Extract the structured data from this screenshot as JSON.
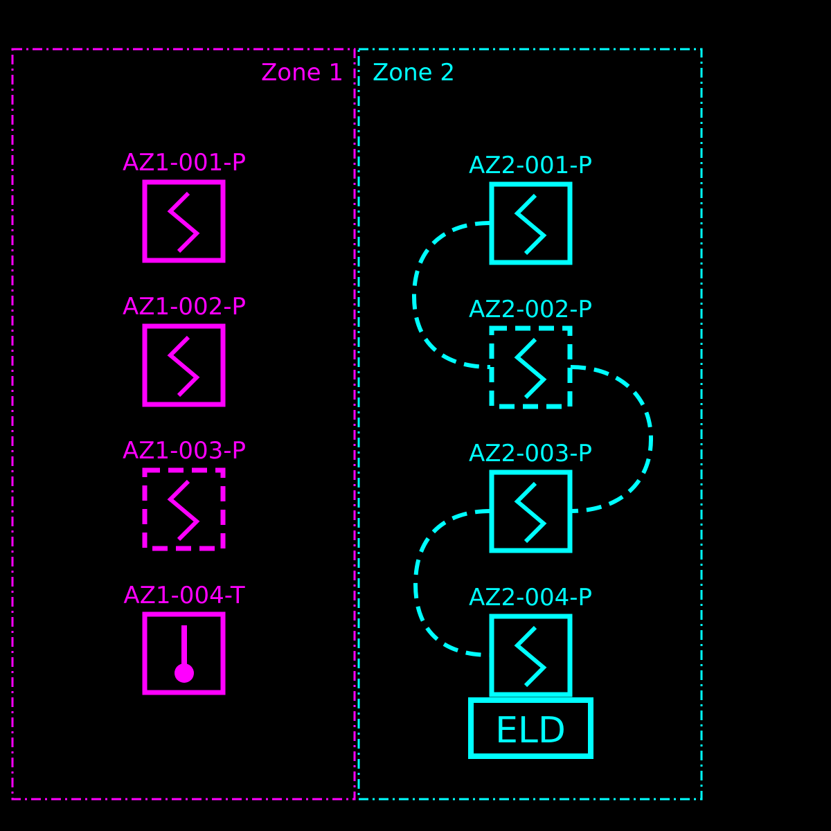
{
  "colors": {
    "background": "#000000",
    "zone1": "#ff00ff",
    "zone2": "#00ffff"
  },
  "zone1": {
    "label": "Zone 1",
    "devices": [
      {
        "label": "AZ1-001-P",
        "kind": "detector",
        "style": "solid",
        "icon": "zigzag-icon"
      },
      {
        "label": "AZ1-002-P",
        "kind": "detector",
        "style": "solid",
        "icon": "zigzag-icon"
      },
      {
        "label": "AZ1-003-P",
        "kind": "detector",
        "style": "dashed",
        "icon": "zigzag-icon"
      },
      {
        "label": "AZ1-004-T",
        "kind": "thermal",
        "style": "solid",
        "icon": "thermometer-icon"
      }
    ]
  },
  "zone2": {
    "label": "Zone 2",
    "devices": [
      {
        "label": "AZ2-001-P",
        "kind": "detector",
        "style": "solid",
        "icon": "zigzag-icon"
      },
      {
        "label": "AZ2-002-P",
        "kind": "detector",
        "style": "dashed",
        "icon": "zigzag-icon"
      },
      {
        "label": "AZ2-003-P",
        "kind": "detector",
        "style": "solid",
        "icon": "zigzag-icon"
      },
      {
        "label": "AZ2-004-P",
        "kind": "detector",
        "style": "solid",
        "icon": "zigzag-icon"
      }
    ],
    "eol": {
      "label": "ELD"
    }
  }
}
